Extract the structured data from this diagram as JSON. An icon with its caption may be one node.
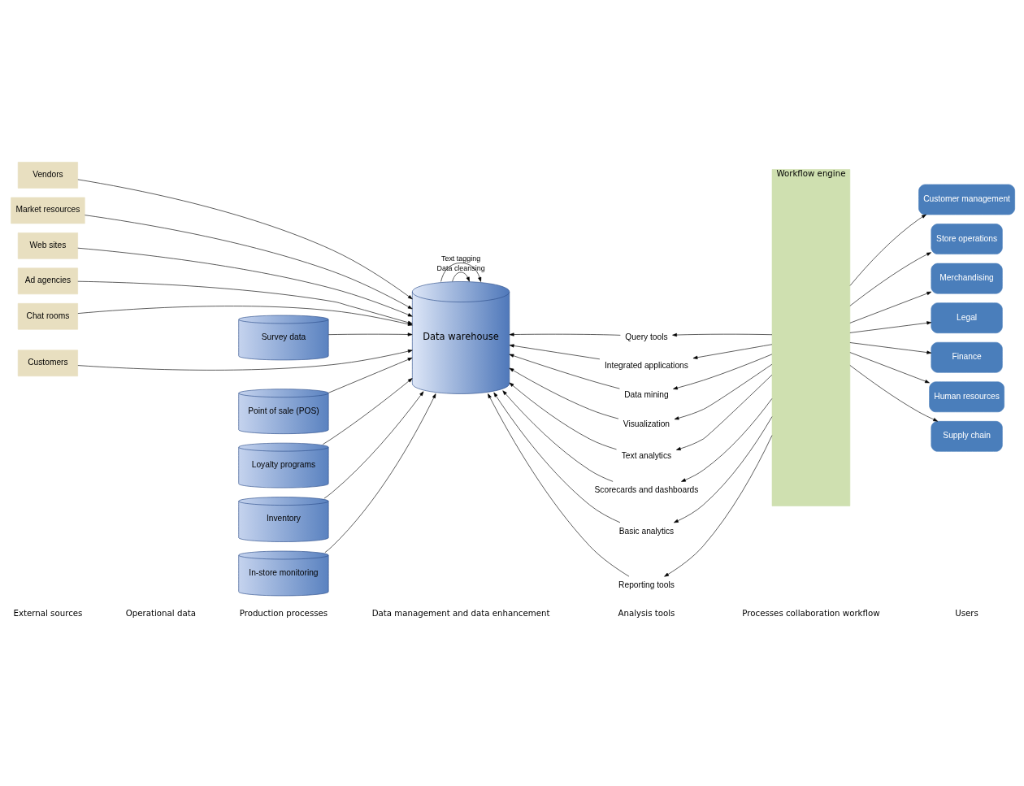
{
  "diagram": {
    "nodes": [
      {
        "text": [
          "Vendors"
        ]
      },
      {
        "text": [
          "Market resources"
        ]
      },
      {
        "text": [
          "Web sites"
        ]
      },
      {
        "text": [
          "Ad agencies"
        ]
      },
      {
        "text": [
          "Chat rooms"
        ]
      },
      {
        "text": [
          "Customers"
        ]
      },
      {
        "text": [
          "Point of sale (POS)"
        ]
      },
      {
        "text": [
          "Loyalty programs"
        ]
      },
      {
        "text": [
          "Inventory"
        ]
      },
      {
        "text": [
          "In-store monitoring"
        ]
      },
      {
        "text": [
          "Survey data"
        ]
      },
      {
        "text": [
          "Data warehouse"
        ]
      },
      {
        "text": [
          "Integrated applications"
        ]
      },
      {
        "text": [
          "Data mining"
        ]
      },
      {
        "text": [
          "Visualization"
        ]
      },
      {
        "text": [
          "Text analytics"
        ]
      },
      {
        "text": [
          "Scorecards and dashboards"
        ]
      },
      {
        "text": [
          "Basic analytics"
        ]
      },
      {
        "text": [
          "Reporting tools"
        ]
      },
      {
        "text": [
          "Query tools"
        ]
      },
      {
        "text": [
          "Workflow engine"
        ]
      },
      {
        "text": [
          "Customer management"
        ]
      },
      {
        "text": [
          "Store operations"
        ]
      },
      {
        "text": [
          "Merchandising"
        ]
      },
      {
        "text": [
          "Legal"
        ]
      },
      {
        "text": [
          "Finance"
        ]
      },
      {
        "text": [
          "Human resources"
        ]
      },
      {
        "text": [
          "Supply chain"
        ]
      }
    ],
    "edges": [
      {
        "from": 0,
        "to": 11,
        "arrow": "to"
      },
      {
        "from": 1,
        "to": 11,
        "arrow": "to"
      },
      {
        "from": 2,
        "to": 11,
        "arrow": "to"
      },
      {
        "from": 3,
        "to": 11,
        "arrow": "to"
      },
      {
        "from": 4,
        "to": 11,
        "arrow": "to"
      },
      {
        "from": 5,
        "to": 11,
        "arrow": "to"
      },
      {
        "from": 6,
        "to": 11,
        "arrow": "to"
      },
      {
        "from": 7,
        "to": 11,
        "arrow": "to"
      },
      {
        "from": 8,
        "to": 11,
        "arrow": "to"
      },
      {
        "from": 9,
        "to": 11,
        "arrow": "to"
      },
      {
        "from": 10,
        "to": 11,
        "arrow": "to"
      },
      {
        "from": 11,
        "to": 11,
        "arrow": "to",
        "label": "Data cleansing"
      },
      {
        "from": 11,
        "to": 11,
        "arrow": "to",
        "label": "Text tagging"
      },
      {
        "from": 12,
        "to": 11,
        "arrow": "to"
      },
      {
        "from": 13,
        "to": 11,
        "arrow": "to"
      },
      {
        "from": 14,
        "to": 11,
        "arrow": "to"
      },
      {
        "from": 15,
        "to": 11,
        "arrow": "to"
      },
      {
        "from": 16,
        "to": 11,
        "arrow": "to"
      },
      {
        "from": 17,
        "to": 11,
        "arrow": "to"
      },
      {
        "from": 18,
        "to": 11,
        "arrow": "to"
      },
      {
        "from": 19,
        "to": 11,
        "arrow": "to"
      },
      {
        "from": 20,
        "to": 12,
        "arrow": "to"
      },
      {
        "from": 20,
        "to": 13,
        "arrow": "to"
      },
      {
        "from": 20,
        "to": 14,
        "arrow": "to"
      },
      {
        "from": 20,
        "to": 15,
        "arrow": "to"
      },
      {
        "from": 20,
        "to": 16,
        "arrow": "to"
      },
      {
        "from": 20,
        "to": 17,
        "arrow": "to"
      },
      {
        "from": 20,
        "to": 18,
        "arrow": "to"
      },
      {
        "from": 20,
        "to": 19,
        "arrow": "to"
      },
      {
        "from": 20,
        "to": 21,
        "arrow": "to"
      },
      {
        "from": 20,
        "to": 22,
        "arrow": "to"
      },
      {
        "from": 20,
        "to": 23,
        "arrow": "to"
      },
      {
        "from": 20,
        "to": 24,
        "arrow": "to"
      },
      {
        "from": 20,
        "to": 25,
        "arrow": "to"
      },
      {
        "from": 20,
        "to": 26,
        "arrow": "to"
      },
      {
        "from": 20,
        "to": 27,
        "arrow": "to"
      }
    ],
    "labels": [
      "External sources",
      "Operational data",
      "Production processes",
      "Data management and data enhancement",
      "Analysis tools",
      "Processes collaboration workflow",
      "Users"
    ]
  }
}
